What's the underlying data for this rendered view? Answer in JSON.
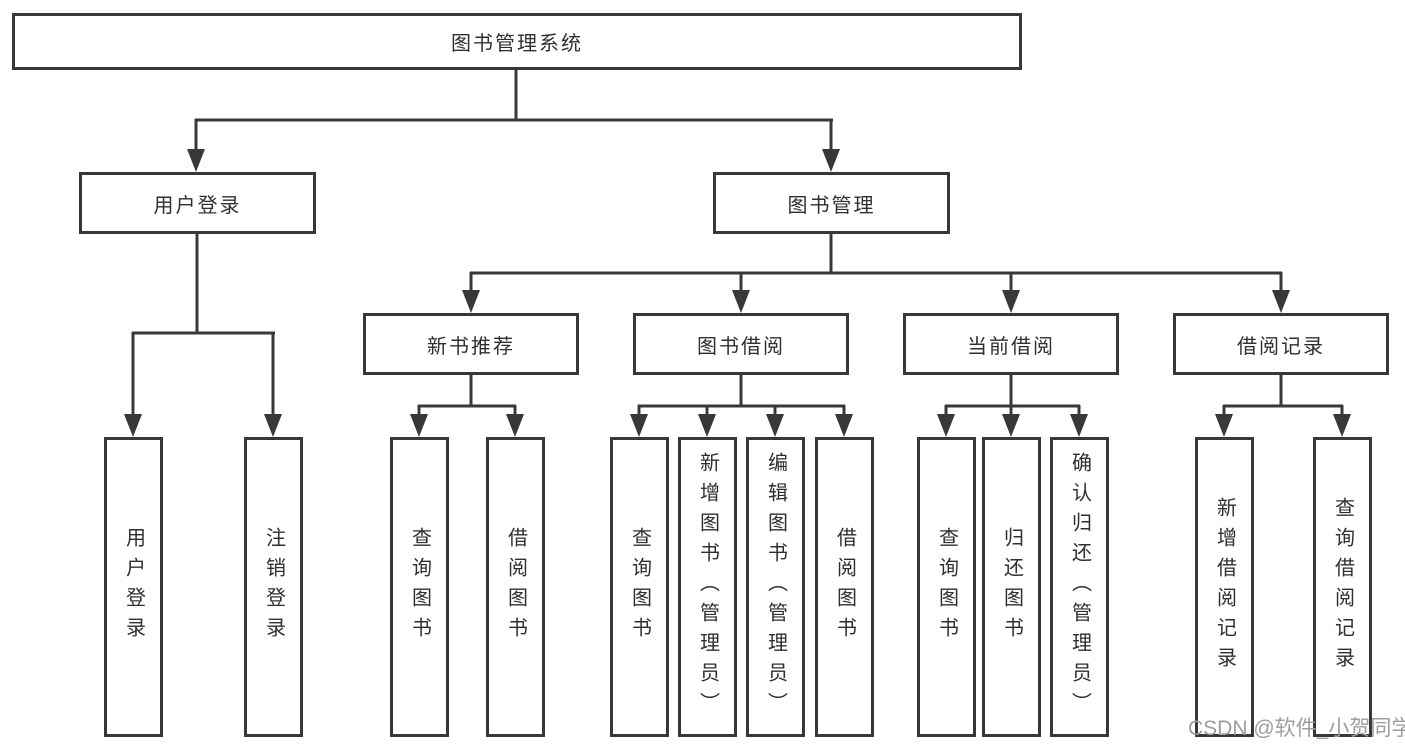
{
  "colors": {
    "ink": "#383838",
    "box_background": "#ffffff",
    "label_text": "#2f2f2f",
    "watermark_text": "#9e9e9e"
  },
  "watermark": {
    "text": "CSDN @软件_小贺同学"
  },
  "tree": {
    "root": {
      "label": "图书管理系统",
      "children": [
        {
          "label": "用户登录",
          "children": [
            {
              "label": "用户登录"
            },
            {
              "label": "注销登录"
            }
          ]
        },
        {
          "label": "图书管理",
          "children": [
            {
              "label": "新书推荐",
              "children": [
                {
                  "label": "查询图书"
                },
                {
                  "label": "借阅图书"
                }
              ]
            },
            {
              "label": "图书借阅",
              "children": [
                {
                  "label": "查询图书"
                },
                {
                  "label": "新增图书（管理员）"
                },
                {
                  "label": "编辑图书（管理员）"
                },
                {
                  "label": "借阅图书"
                }
              ]
            },
            {
              "label": "当前借阅",
              "children": [
                {
                  "label": "查询图书"
                },
                {
                  "label": "归还图书"
                },
                {
                  "label": "确认归还（管理员）"
                }
              ]
            },
            {
              "label": "借阅记录",
              "children": [
                {
                  "label": "新增借阅记录"
                },
                {
                  "label": "查询借阅记录"
                }
              ]
            }
          ]
        }
      ]
    }
  }
}
